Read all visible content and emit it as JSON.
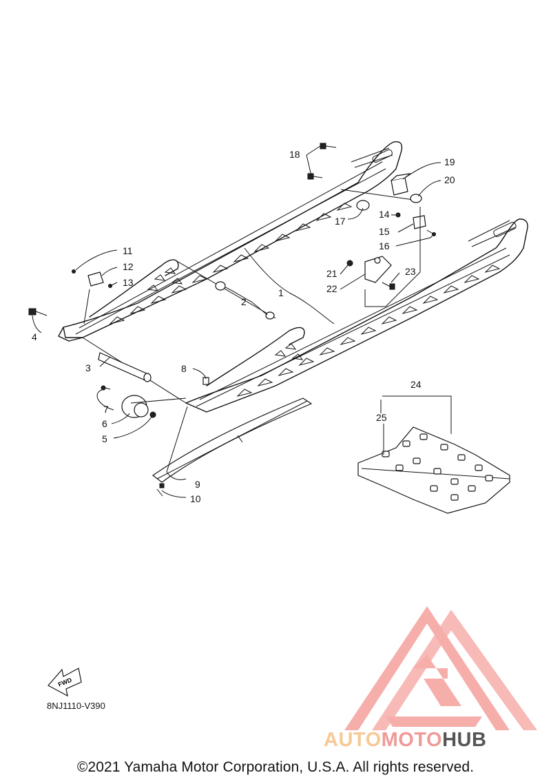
{
  "diagram": {
    "callouts": [
      {
        "id": "c1",
        "text": "1"
      },
      {
        "id": "c2",
        "text": "2"
      },
      {
        "id": "c3",
        "text": "3"
      },
      {
        "id": "c4",
        "text": "4"
      },
      {
        "id": "c5",
        "text": "5"
      },
      {
        "id": "c6",
        "text": "6"
      },
      {
        "id": "c7",
        "text": "7"
      },
      {
        "id": "c8",
        "text": "8"
      },
      {
        "id": "c9",
        "text": "9"
      },
      {
        "id": "c10",
        "text": "10"
      },
      {
        "id": "c11",
        "text": "11"
      },
      {
        "id": "c12",
        "text": "12"
      },
      {
        "id": "c13",
        "text": "13"
      },
      {
        "id": "c14",
        "text": "14"
      },
      {
        "id": "c15",
        "text": "15"
      },
      {
        "id": "c16",
        "text": "16"
      },
      {
        "id": "c17",
        "text": "17"
      },
      {
        "id": "c18",
        "text": "18"
      },
      {
        "id": "c19",
        "text": "19"
      },
      {
        "id": "c20",
        "text": "20"
      },
      {
        "id": "c21",
        "text": "21"
      },
      {
        "id": "c22",
        "text": "22"
      },
      {
        "id": "c23",
        "text": "23"
      },
      {
        "id": "c24",
        "text": "24"
      },
      {
        "id": "c25",
        "text": "25"
      }
    ],
    "fwd_label": "FWD",
    "diagram_code": "8NJ1110-V390"
  },
  "watermark": {
    "brand_part1": "AUTO",
    "brand_part2": "MOTO",
    "brand_part3": "HUB",
    "colors": {
      "auto": "#f6c995",
      "moto": "#f09a98",
      "hub": "#555555",
      "logo": "#f4a09c"
    }
  },
  "footer": {
    "copyright": "©2021 Yamaha Motor Corporation, U.S.A. All rights reserved."
  }
}
